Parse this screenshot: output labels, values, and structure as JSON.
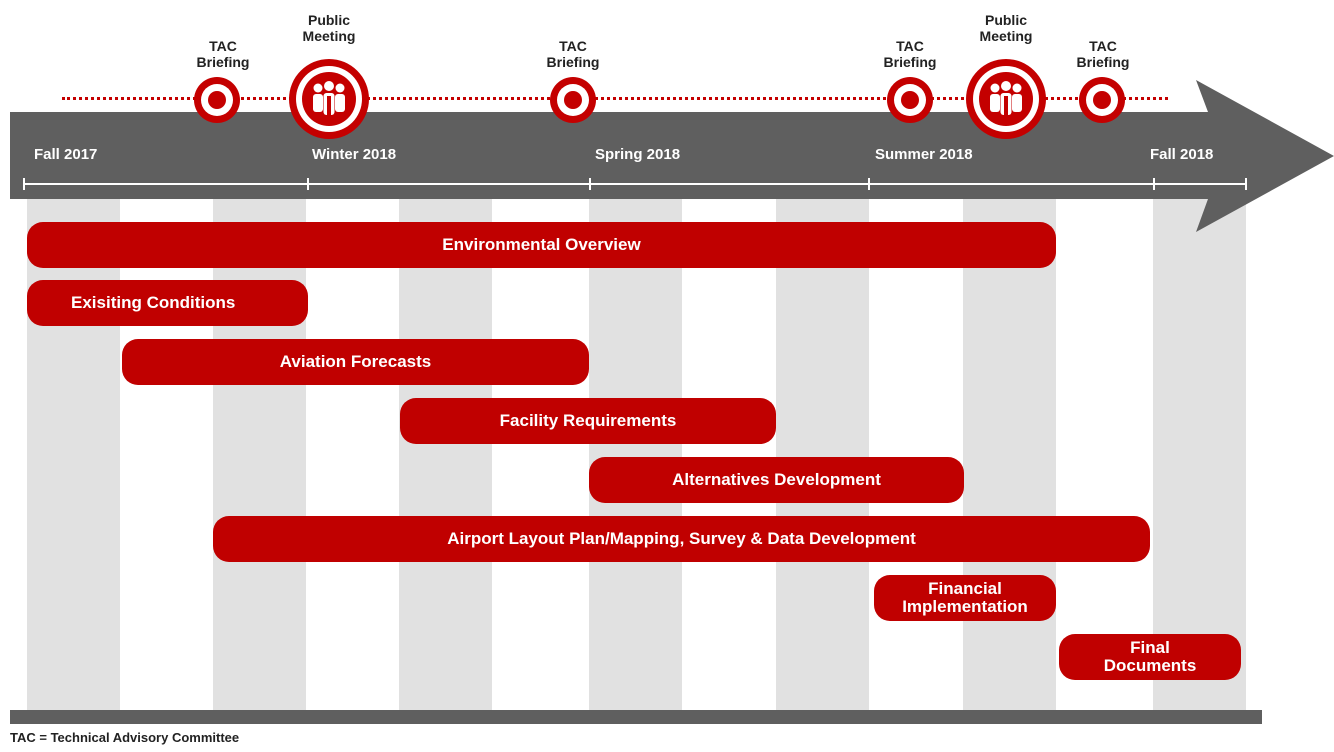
{
  "timeline": {
    "seasons": [
      "Fall 2017",
      "Winter 2018",
      "Spring 2018",
      "Summer 2018",
      "Fall 2018"
    ]
  },
  "milestones": [
    {
      "label": "TAC\nBriefing",
      "icon": "target-icon"
    },
    {
      "label": "Public\nMeeting",
      "icon": "people-group-icon"
    },
    {
      "label": "TAC\nBriefing",
      "icon": "target-icon"
    },
    {
      "label": "TAC\nBriefing",
      "icon": "target-icon"
    },
    {
      "label": "Public\nMeeting",
      "icon": "people-group-icon"
    },
    {
      "label": "TAC\nBriefing",
      "icon": "target-icon"
    }
  ],
  "tasks": [
    {
      "label": "Environmental Overview"
    },
    {
      "label": "Exisiting Conditions"
    },
    {
      "label": "Aviation Forecasts"
    },
    {
      "label": "Facility Requirements"
    },
    {
      "label": "Alternatives Development"
    },
    {
      "label": "Airport Layout Plan/Mapping, Survey & Data Development"
    },
    {
      "label": "Financial\nImplementation"
    },
    {
      "label": "Final\nDocuments"
    }
  ],
  "footnote": "TAC = Technical Advisory Committee",
  "colors": {
    "accent": "#c00000",
    "arrow": "#5f5f5f",
    "stripe": "#e1e1e1"
  }
}
